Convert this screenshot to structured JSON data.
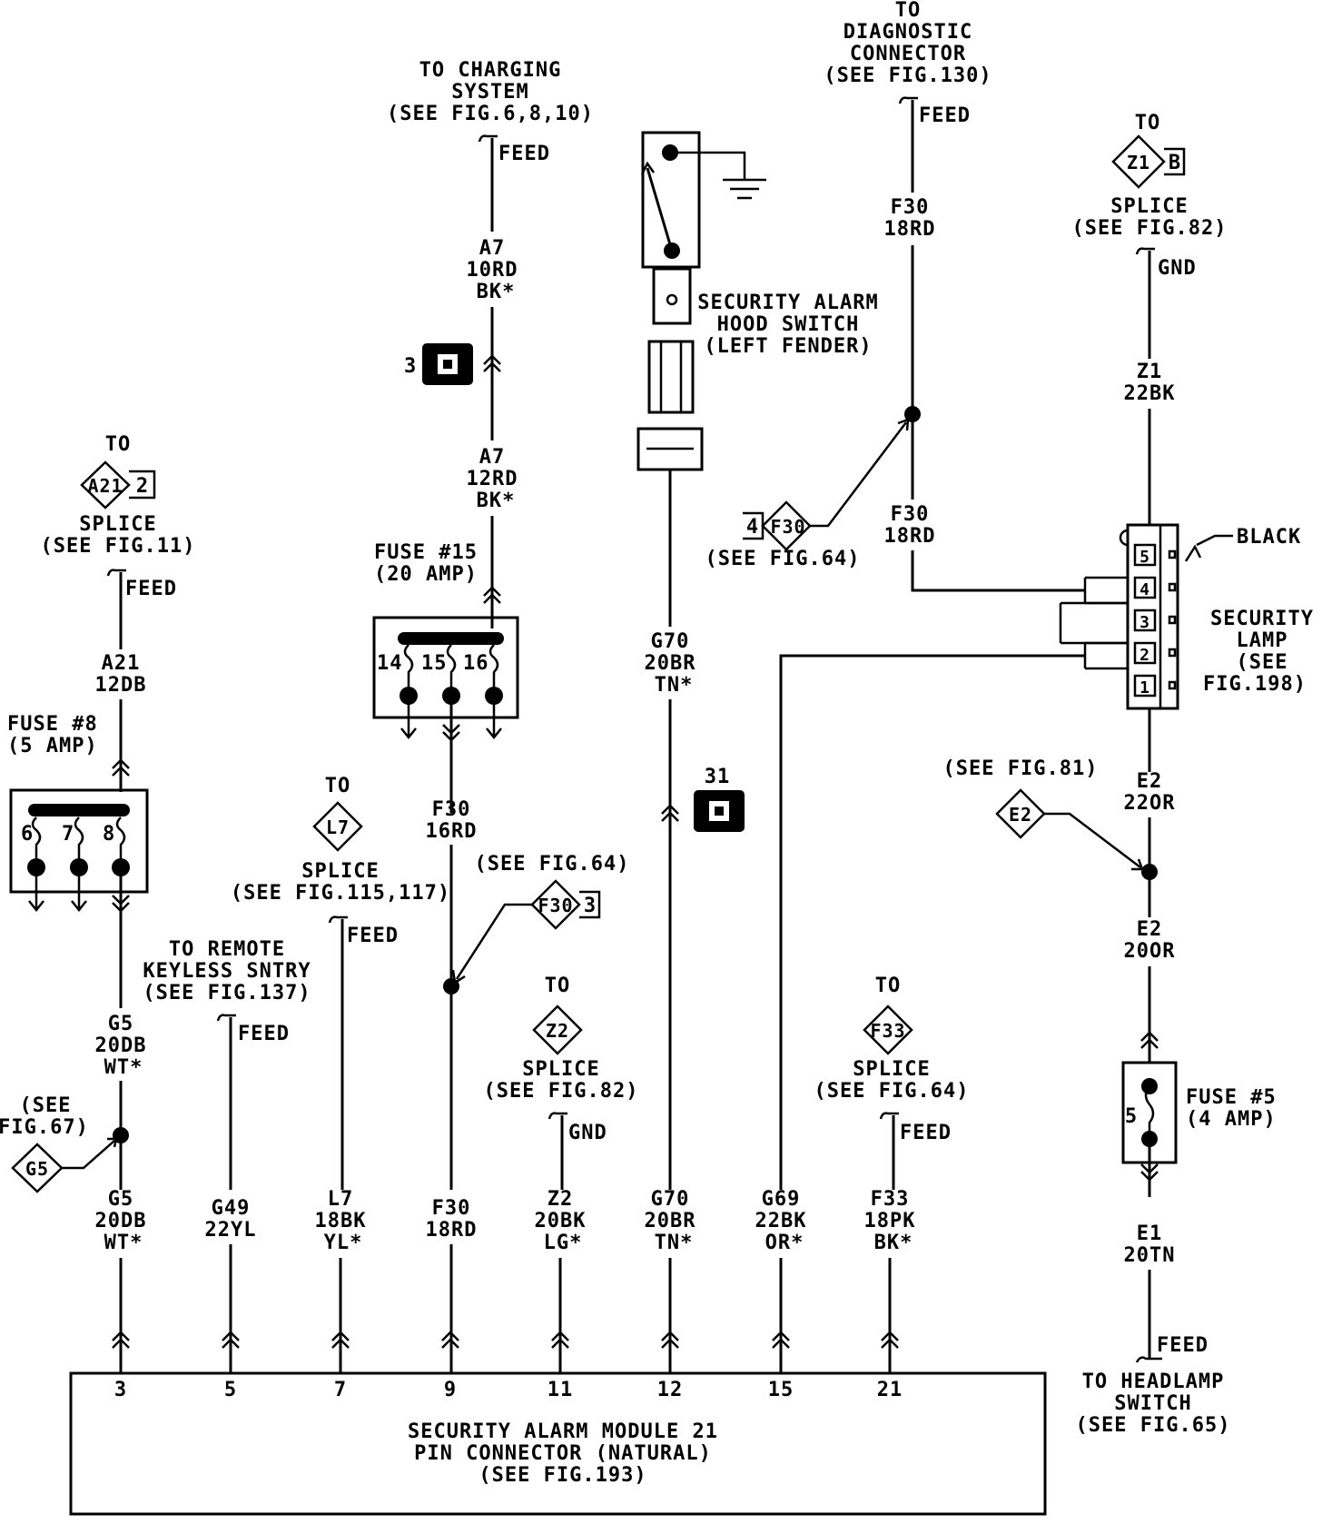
{
  "wires": {
    "a21_top": "A21",
    "a21_gauge": "12DB",
    "g5_top": "G5",
    "g5_top_gauge": "20DB",
    "g5_top_color": "WT*",
    "g5_bot": "G5",
    "g5_bot_gauge": "20DB",
    "g5_bot_color": "WT*",
    "g49": "G49",
    "g49_gauge": "22YL",
    "l7": "L7",
    "l7_gauge": "18BK",
    "l7_color": "YL*",
    "a7_up": "A7",
    "a7_up_gauge": "10RD",
    "a7_up_color": "BK*",
    "a7_lo": "A7",
    "a7_lo_gauge": "12RD",
    "a7_lo_color": "BK*",
    "f30_fuse": "F30",
    "f30_fuse_gauge": "16RD",
    "f30_bot": "F30",
    "f30_bot_gauge": "18RD",
    "z2": "Z2",
    "z2_gauge": "20BK",
    "z2_color": "LG*",
    "g70_mid": "G70",
    "g70_mid_gauge": "20BR",
    "g70_mid_color": "TN*",
    "g70_bot": "G70",
    "g70_bot_gauge": "20BR",
    "g70_bot_color": "TN*",
    "g69": "G69",
    "g69_gauge": "22BK",
    "g69_color": "OR*",
    "f33": "F33",
    "f33_gauge": "18PK",
    "f33_color": "BK*",
    "f30_diag": "F30",
    "f30_diag_gauge": "18RD",
    "f30_lamp": "F30",
    "f30_lamp_gauge": "18RD",
    "z1": "Z1",
    "z1_gauge": "22BK",
    "e2_up": "E2",
    "e2_up_gauge": "22OR",
    "e2_lo": "E2",
    "e2_lo_gauge": "20OR",
    "e1": "E1",
    "e1_gauge": "20TN"
  },
  "labels": {
    "charging": [
      "TO CHARGING",
      "SYSTEM",
      "(SEE FIG.6,8,10)"
    ],
    "diagnostic": [
      "TO",
      "DIAGNOSTIC",
      "CONNECTOR",
      "(SEE FIG.130)"
    ],
    "feed": "FEED",
    "gnd": "GND",
    "to": "TO",
    "splice": "SPLICE",
    "z1_splice_ref": "(SEE FIG.82)",
    "a21_splice_ref": "(SEE FIG.11)",
    "l7_splice_ref": "(SEE FIG.115,117)",
    "z2_splice_ref": "(SEE FIG.82)",
    "f33_splice_ref": "(SEE FIG.64)",
    "remote": [
      "TO REMOTE",
      "KEYLESS SNTRY",
      "(SEE FIG.137)"
    ],
    "hood_switch": [
      "SECURITY ALARM",
      "HOOD SWITCH",
      "(LEFT FENDER)"
    ],
    "fuse15": [
      "FUSE #15",
      "(20 AMP)"
    ],
    "fuse8": [
      "FUSE #8",
      "(5 AMP)"
    ],
    "fuse5": [
      "FUSE #5",
      "(4 AMP)"
    ],
    "black": "BLACK",
    "lamp": [
      "SECURITY",
      "LAMP",
      "(SEE",
      "FIG.198)"
    ],
    "f30_ref_left": "(SEE FIG.64)",
    "f30_ref_mid": "(SEE FIG.64)",
    "e2_ref": "(SEE FIG.81)",
    "g5_ref": [
      "(SEE",
      "FIG.67)"
    ],
    "headlamp": [
      "TO HEADLAMP",
      "SWITCH",
      "(SEE FIG.65)"
    ],
    "module": [
      "SECURITY ALARM MODULE 21",
      "PIN CONNECTOR (NATURAL)",
      "(SEE FIG.193)"
    ]
  },
  "connectors": {
    "c3": "3",
    "c31": "31"
  },
  "splices": {
    "a21": {
      "id": "A21",
      "pin": "2"
    },
    "l7": {
      "id": "L7"
    },
    "f30_mid": {
      "id": "F30",
      "pin": "3"
    },
    "z2": {
      "id": "Z2"
    },
    "f33": {
      "id": "F33"
    },
    "z1": {
      "id": "Z1",
      "pin": "B"
    },
    "f30_left": {
      "id": "F30",
      "pin": "4"
    },
    "e2": {
      "id": "E2"
    },
    "g5": {
      "id": "G5"
    }
  },
  "fuse15_pins": [
    "14",
    "15",
    "16"
  ],
  "fuse8_pins": [
    "6",
    "7",
    "8"
  ],
  "fuse5_pin": "5",
  "lamp_pins": [
    "5",
    "4",
    "3",
    "2",
    "1"
  ],
  "module_pins": [
    "3",
    "5",
    "7",
    "9",
    "11",
    "12",
    "15",
    "21"
  ]
}
